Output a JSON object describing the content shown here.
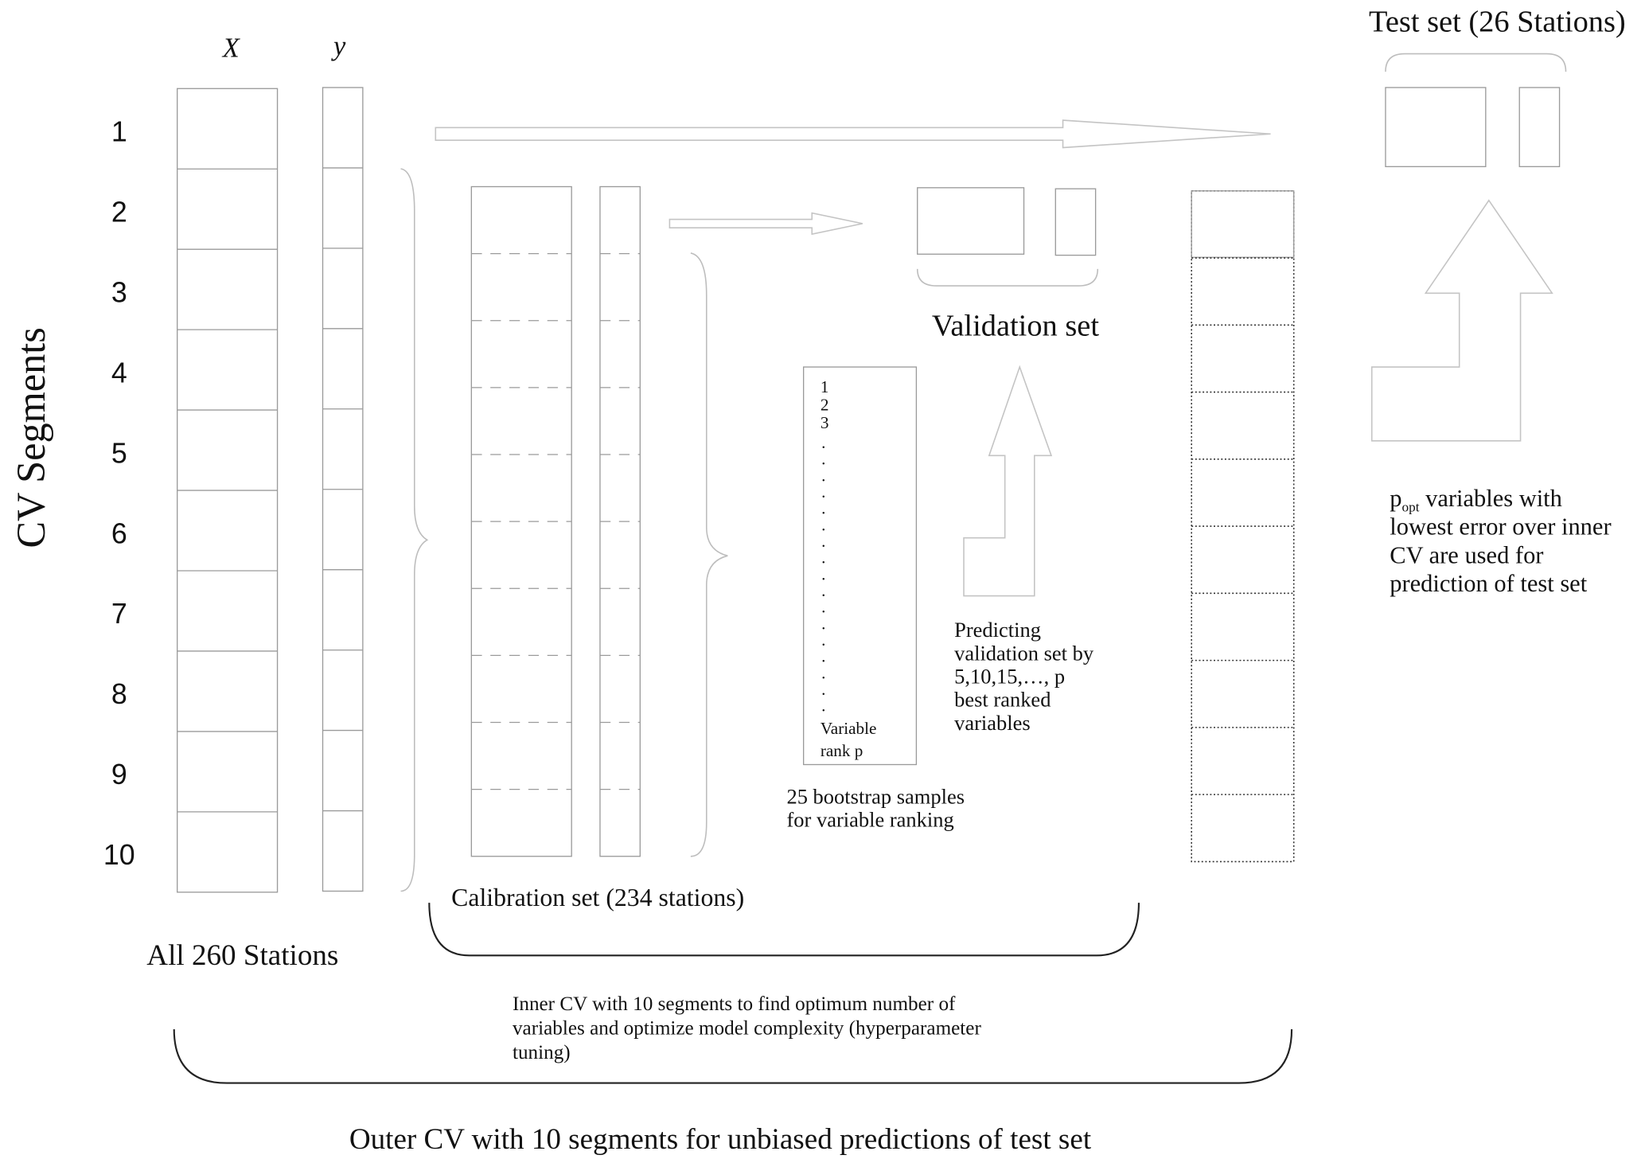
{
  "axis_label": "CV Segments",
  "segments": [
    "1",
    "2",
    "3",
    "4",
    "5",
    "6",
    "7",
    "8",
    "9",
    "10"
  ],
  "col_x": "X",
  "col_y": "y",
  "all_stations": "All 260 Stations",
  "calibration_label": "Calibration set (234 stations)",
  "validation_label": "Validation set",
  "test_label": "Test set (26 Stations)",
  "ranking": {
    "items": [
      "1",
      "2",
      "3"
    ],
    "last_line1": "Variable",
    "last_line2": "rank p",
    "caption": [
      "25 bootstrap samples",
      "for variable ranking"
    ]
  },
  "predicting": [
    "Predicting",
    "validation set by",
    "5,10,15,…, p",
    "best ranked",
    "variables"
  ],
  "popt": {
    "p": "p",
    "sub": "opt",
    "line1_rest": " variables with",
    "lines": [
      "lowest error over inner",
      "CV are used for",
      "prediction of test set"
    ]
  },
  "inner_cv": [
    "Inner CV with 10 segments to find optimum number of",
    "variables and optimize model complexity (hyperparameter",
    "tuning)"
  ],
  "outer_cv": "Outer CV with 10 segments for unbiased predictions of test set"
}
